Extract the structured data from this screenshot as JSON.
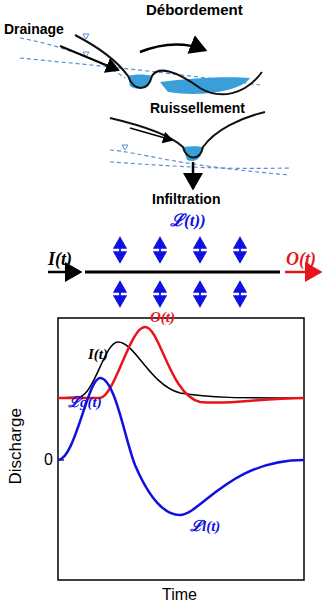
{
  "diagram": {
    "labels": [
      "Drainage",
      "Débordement",
      "Ruissellement",
      "Infiltration",
      "ℒ(t))",
      "I(t)",
      "O(t)",
      "Discharge",
      "O(t)",
      "I(t)",
      "ℒg(t)",
      "0",
      "ℒl(t)",
      "Time"
    ]
  }
}
